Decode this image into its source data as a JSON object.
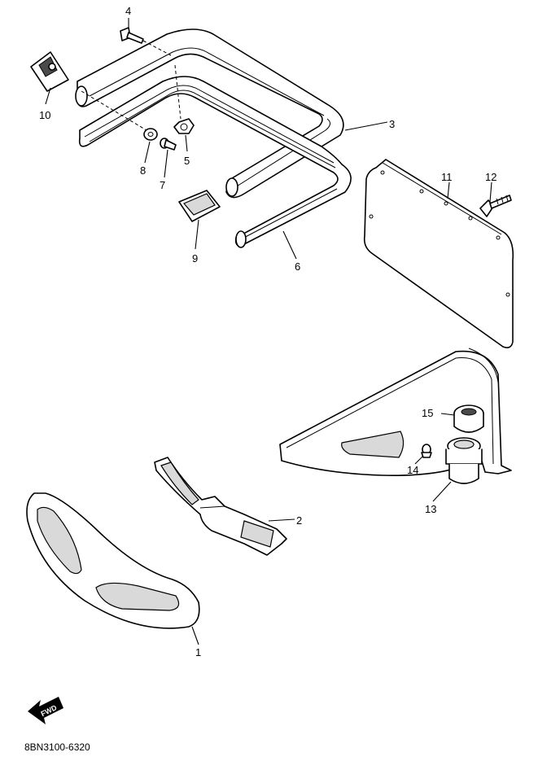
{
  "diagram_code": "8BN3100-6320",
  "fwd_label": "FWD",
  "callouts": {
    "c1": "1",
    "c2": "2",
    "c3": "3",
    "c4": "4",
    "c5": "5",
    "c6": "6",
    "c7": "7",
    "c8": "8",
    "c9": "9",
    "c10": "10",
    "c11": "11",
    "c12": "12",
    "c13": "13",
    "c14": "14",
    "c15": "15"
  }
}
